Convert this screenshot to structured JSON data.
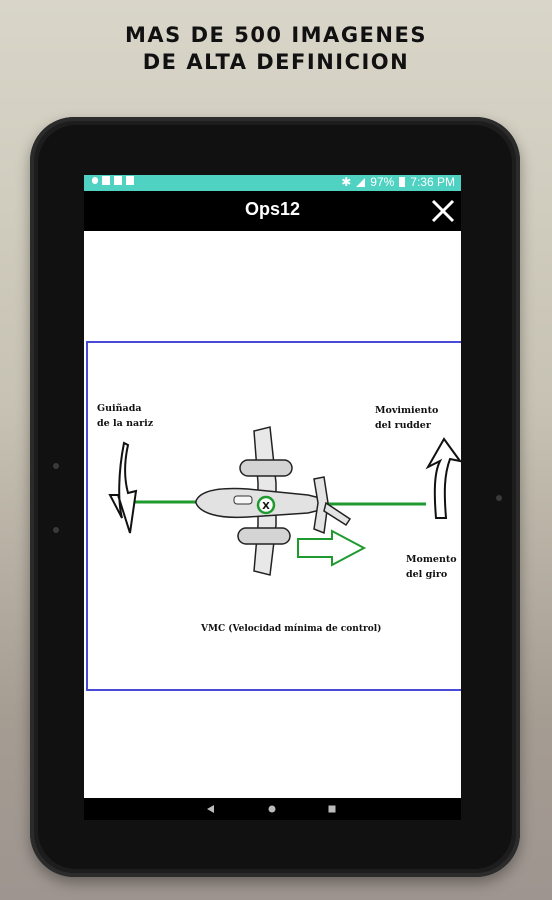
{
  "headline": {
    "line1": "MAS DE 500 IMAGENES",
    "line2": "DE ALTA DEFINICION"
  },
  "status_bar": {
    "battery": "97%",
    "time": "7:36 PM",
    "color": "#4fd2c2"
  },
  "app_bar": {
    "title": "Ops12",
    "close_icon": "close-icon"
  },
  "diagram": {
    "label_nose_yaw_1": "Guiñada",
    "label_nose_yaw_2": "de la nariz",
    "label_rudder_1": "Movimiento",
    "label_rudder_2": "del rudder",
    "label_moment_1": "Momento",
    "label_moment_2": "del giro",
    "caption": "VMC (Velocidad mínima de control)",
    "center_mark": "X",
    "border_color": "#4a4ad8",
    "line_color": "#1f9a2e"
  },
  "nav_bar": {
    "back_icon": "back-triangle-icon",
    "home_icon": "home-dot-icon",
    "recents_icon": "recents-square-icon"
  }
}
